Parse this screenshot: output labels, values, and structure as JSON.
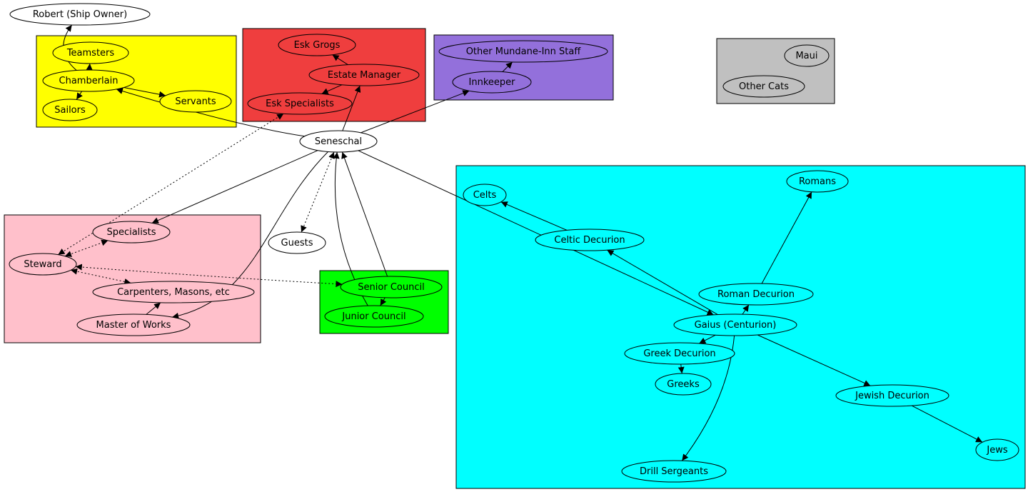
{
  "clusters": [
    {
      "id": "chamberlain",
      "color": "#ffff00"
    },
    {
      "id": "estate",
      "color": "#ef3e3e"
    },
    {
      "id": "inn",
      "color": "#9370db"
    },
    {
      "id": "cats",
      "color": "#c0c0c0"
    },
    {
      "id": "stewardship",
      "color": "#ffc0cb"
    },
    {
      "id": "council",
      "color": "#00ff00"
    },
    {
      "id": "military",
      "color": "#00ffff"
    }
  ],
  "nodes": [
    {
      "id": "robert",
      "label": "Robert (Ship Owner)",
      "fill": "#ffffff"
    },
    {
      "id": "teamsters",
      "label": "Teamsters",
      "fill": "#ffff00"
    },
    {
      "id": "chamberlain",
      "label": "Chamberlain",
      "fill": "#ffff00"
    },
    {
      "id": "sailors",
      "label": "Sailors",
      "fill": "#ffff00"
    },
    {
      "id": "servants",
      "label": "Servants",
      "fill": "#ffff00"
    },
    {
      "id": "esk_grogs",
      "label": "Esk Grogs",
      "fill": "#ef3e3e"
    },
    {
      "id": "estate_manager",
      "label": "Estate Manager",
      "fill": "#ef3e3e"
    },
    {
      "id": "esk_specialists",
      "label": "Esk Specialists",
      "fill": "#ef3e3e"
    },
    {
      "id": "inn_staff",
      "label": "Other Mundane-Inn Staff",
      "fill": "#9370db"
    },
    {
      "id": "innkeeper",
      "label": "Innkeeper",
      "fill": "#9370db"
    },
    {
      "id": "maui",
      "label": "Maui",
      "fill": "#c0c0c0"
    },
    {
      "id": "other_cats",
      "label": "Other Cats",
      "fill": "#c0c0c0"
    },
    {
      "id": "seneschal",
      "label": "Seneschal",
      "fill": "#ffffff"
    },
    {
      "id": "specialists",
      "label": "Specialists",
      "fill": "#ffc0cb"
    },
    {
      "id": "steward",
      "label": "Steward",
      "fill": "#ffc0cb"
    },
    {
      "id": "carpenters",
      "label": "Carpenters, Masons, etc",
      "fill": "#ffc0cb"
    },
    {
      "id": "master_works",
      "label": "Master of Works",
      "fill": "#ffc0cb"
    },
    {
      "id": "guests",
      "label": "Guests",
      "fill": "#ffffff"
    },
    {
      "id": "senior_council",
      "label": "Senior Council",
      "fill": "#00ff00"
    },
    {
      "id": "junior_council",
      "label": "Junior Council",
      "fill": "#00ff00"
    },
    {
      "id": "celts",
      "label": "Celts",
      "fill": "#00ffff"
    },
    {
      "id": "romans",
      "label": "Romans",
      "fill": "#00ffff"
    },
    {
      "id": "celtic_decurion",
      "label": "Celtic Decurion",
      "fill": "#00ffff"
    },
    {
      "id": "roman_decurion",
      "label": "Roman Decurion",
      "fill": "#00ffff"
    },
    {
      "id": "gaius",
      "label": "Gaius (Centurion)",
      "fill": "#00ffff"
    },
    {
      "id": "greek_decurion",
      "label": "Greek Decurion",
      "fill": "#00ffff"
    },
    {
      "id": "greeks",
      "label": "Greeks",
      "fill": "#00ffff"
    },
    {
      "id": "jewish_decurion",
      "label": "Jewish Decurion",
      "fill": "#00ffff"
    },
    {
      "id": "jews",
      "label": "Jews",
      "fill": "#00ffff"
    },
    {
      "id": "drill_sergeants",
      "label": "Drill Sergeants",
      "fill": "#00ffff"
    }
  ],
  "edges": [
    {
      "from": "chamberlain",
      "to": "robert",
      "style": "solid"
    },
    {
      "from": "chamberlain",
      "to": "teamsters",
      "style": "solid"
    },
    {
      "from": "chamberlain",
      "to": "sailors",
      "style": "solid"
    },
    {
      "from": "chamberlain",
      "to": "servants",
      "style": "solid"
    },
    {
      "from": "seneschal",
      "to": "chamberlain",
      "style": "solid"
    },
    {
      "from": "estate_manager",
      "to": "esk_grogs",
      "style": "solid"
    },
    {
      "from": "estate_manager",
      "to": "esk_specialists",
      "style": "solid"
    },
    {
      "from": "seneschal",
      "to": "estate_manager",
      "style": "solid"
    },
    {
      "from": "innkeeper",
      "to": "inn_staff",
      "style": "solid"
    },
    {
      "from": "seneschal",
      "to": "innkeeper",
      "style": "solid"
    },
    {
      "from": "seneschal",
      "to": "specialists",
      "style": "solid"
    },
    {
      "from": "seneschal",
      "to": "master_works",
      "style": "solid"
    },
    {
      "from": "seneschal",
      "to": "guests",
      "style": "dotted"
    },
    {
      "from": "senior_council",
      "to": "seneschal",
      "style": "solid"
    },
    {
      "from": "junior_council",
      "to": "seneschal",
      "style": "solid"
    },
    {
      "from": "senior_council",
      "to": "junior_council",
      "style": "solid"
    },
    {
      "from": "steward",
      "to": "esk_specialists",
      "style": "dotted"
    },
    {
      "from": "steward",
      "to": "specialists",
      "style": "dotted"
    },
    {
      "from": "steward",
      "to": "carpenters",
      "style": "dotted"
    },
    {
      "from": "steward",
      "to": "senior_council",
      "style": "dotted"
    },
    {
      "from": "master_works",
      "to": "carpenters",
      "style": "solid"
    },
    {
      "from": "seneschal",
      "to": "gaius",
      "style": "solid"
    },
    {
      "from": "gaius",
      "to": "celtic_decurion",
      "style": "solid"
    },
    {
      "from": "celtic_decurion",
      "to": "celts",
      "style": "solid"
    },
    {
      "from": "gaius",
      "to": "roman_decurion",
      "style": "solid"
    },
    {
      "from": "roman_decurion",
      "to": "romans",
      "style": "solid"
    },
    {
      "from": "gaius",
      "to": "greek_decurion",
      "style": "solid"
    },
    {
      "from": "greek_decurion",
      "to": "greeks",
      "style": "solid"
    },
    {
      "from": "gaius",
      "to": "jewish_decurion",
      "style": "solid"
    },
    {
      "from": "jewish_decurion",
      "to": "jews",
      "style": "solid"
    },
    {
      "from": "gaius",
      "to": "drill_sergeants",
      "style": "solid"
    }
  ]
}
